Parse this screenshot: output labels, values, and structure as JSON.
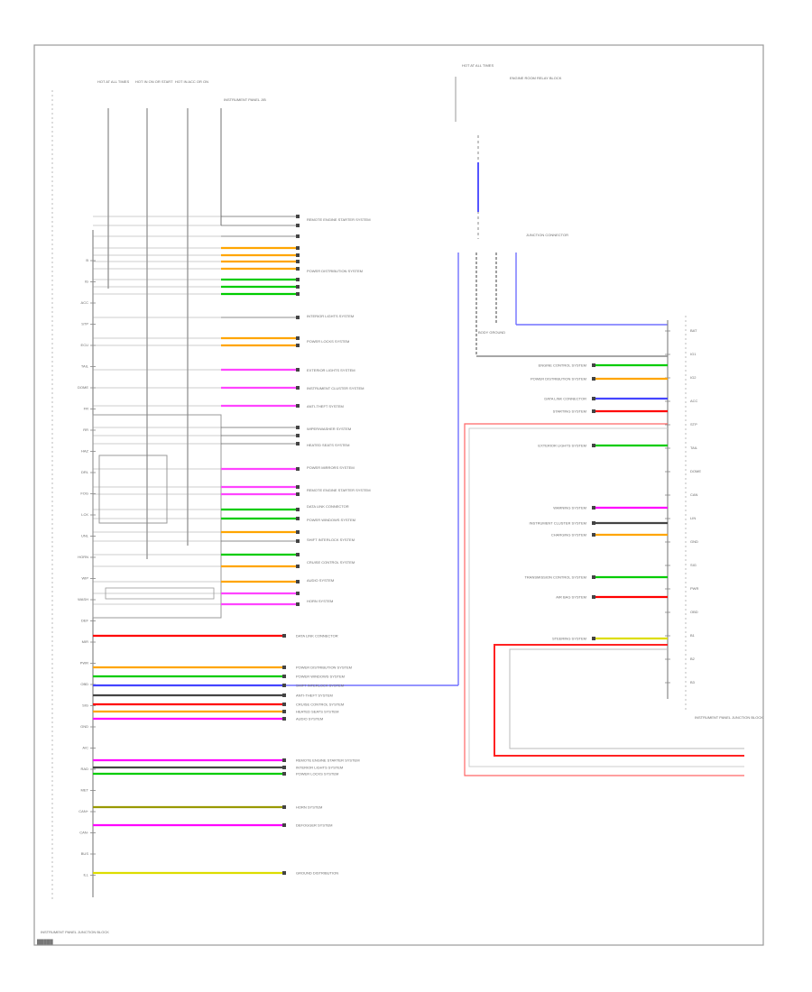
{
  "document": {
    "title": "",
    "footer_code": "█████"
  },
  "left_component": {
    "label": "INSTRUMENT PANEL JUNCTION BLOCK",
    "terminals": [
      "B",
      "IG",
      "ACC",
      "STP",
      "ECU",
      "TAIL",
      "DOME",
      "FR",
      "RR",
      "HAZ",
      "DRL",
      "FOG",
      "LCK",
      "UNL",
      "HORN",
      "WIP",
      "WASH",
      "DEF",
      "MIR",
      "PWR",
      "OBD",
      "SIG",
      "GND",
      "A/C",
      "RAD",
      "MET",
      "CAN+",
      "CAN-",
      "BUS",
      "ILL"
    ]
  },
  "right_component": {
    "label": "INSTRUMENT PANEL JUNCTION BLOCK",
    "terminals": [
      "BAT",
      "IG1",
      "IG2",
      "ACC",
      "STP",
      "TAIL",
      "DOME",
      "CAN",
      "LIN",
      "GND",
      "SIG",
      "PWR",
      "OBD",
      "B1",
      "B2",
      "B3"
    ]
  },
  "top_sources": [
    {
      "label": "HOT AT ALL TIMES"
    },
    {
      "label": "HOT IN ON OR START"
    },
    {
      "label": "HOT IN ACC OR ON"
    },
    {
      "label": "INSTRUMENT PANEL J/B"
    },
    {
      "label": "HOT AT ALL TIMES"
    },
    {
      "label": "ENGINE ROOM RELAY BLOCK"
    }
  ],
  "connector_labels": [
    {
      "label": "JUNCTION CONNECTOR"
    },
    {
      "label": "BODY GROUND"
    }
  ],
  "left_destinations": [
    {
      "label": "REMOTE ENGINE STARTER SYSTEM",
      "color": "#ff00ff"
    },
    {
      "label": "POWER DISTRIBUTION SYSTEM",
      "color": "#ffa500"
    },
    {
      "label": "INTERIOR LIGHTS SYSTEM",
      "color": "#444444"
    },
    {
      "label": "POWER LOCKS SYSTEM",
      "color": "#00cc00"
    },
    {
      "label": "EXTERIOR LIGHTS SYSTEM",
      "color": "#ff00ff"
    },
    {
      "label": "INSTRUMENT CLUSTER SYSTEM",
      "color": "#00cc00"
    },
    {
      "label": "ANTI-THEFT SYSTEM",
      "color": "#444444"
    },
    {
      "label": "WIPER/WASHER SYSTEM",
      "color": "#ff4444"
    },
    {
      "label": "HEATED SEATS SYSTEM",
      "color": "#ffa500"
    },
    {
      "label": "POWER MIRRORS SYSTEM",
      "color": "#ff00ff"
    },
    {
      "label": "DATA LINK CONNECTOR",
      "color": "#ff0000"
    },
    {
      "label": "POWER WINDOWS SYSTEM",
      "color": "#00cc00"
    },
    {
      "label": "SHIFT INTERLOCK SYSTEM",
      "color": "#4444ff"
    },
    {
      "label": "CRUISE CONTROL SYSTEM",
      "color": "#ff0000"
    },
    {
      "label": "AUDIO SYSTEM",
      "color": "#ff00ff"
    },
    {
      "label": "HORN SYSTEM",
      "color": "#999900"
    },
    {
      "label": "DEFOGGER SYSTEM",
      "color": "#ff00ff"
    },
    {
      "label": "GROUND DISTRIBUTION",
      "color": "#dddd00"
    }
  ],
  "right_destinations": [
    {
      "label": "ENGINE CONTROL SYSTEM",
      "color": "#00cc00"
    },
    {
      "label": "POWER DISTRIBUTION SYSTEM",
      "color": "#ffa500"
    },
    {
      "label": "DATA LINK CONNECTOR",
      "color": "#4444ff"
    },
    {
      "label": "STARTING SYSTEM",
      "color": "#ff0000"
    },
    {
      "label": "EXTERIOR LIGHTS SYSTEM",
      "color": "#00cc00"
    },
    {
      "label": "WARNING SYSTEM",
      "color": "#ff00ff"
    },
    {
      "label": "INSTRUMENT CLUSTER SYSTEM",
      "color": "#444444"
    },
    {
      "label": "CHARGING SYSTEM",
      "color": "#ffa500"
    },
    {
      "label": "TRANSMISSION CONTROL SYSTEM",
      "color": "#00cc00"
    },
    {
      "label": "AIR BAG SYSTEM",
      "color": "#ff0000"
    },
    {
      "label": "STEERING SYSTEM",
      "color": "#dddd00"
    }
  ]
}
